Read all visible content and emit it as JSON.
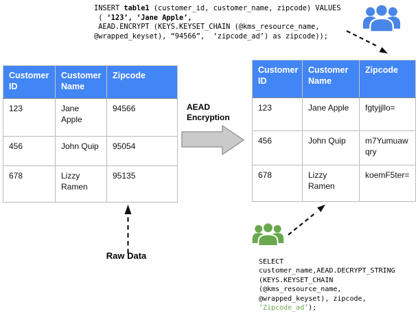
{
  "insert_code": {
    "line1_prefix": "INSERT ",
    "line1_bold": "table1",
    "line1_rest": " (customer_id, customer_name, zipcode) VALUES",
    "line2_prefix": " ( ",
    "line2_bold": "‘123’, ‘Jane Apple’,",
    "line3": " AEAD.ENCRYPT (KEYS.KEYSET_CHAIN (@kms_resource_name,",
    "line4": "@wrapped_keyset), “94566”,  ‘zipcode_ad’) as zipcode));"
  },
  "select_code": {
    "line1": "SELECT",
    "line2": "customer_name,AEAD.DECRYPT_STRING",
    "line3": "(KEYS.KEYSET_CHAIN",
    "line4": "(@kms_resource_name,",
    "line5": "@wrapped_keyset), zipcode,",
    "line6_green": "‘Zipcode_ad’",
    "line6_rest": ");"
  },
  "left_table": {
    "headers": [
      "Customer ID",
      "Customer Name",
      "Zipcode"
    ],
    "rows": [
      [
        "123",
        "Jane Apple",
        "94566"
      ],
      [
        "456",
        "John Quip",
        "95054"
      ],
      [
        "678",
        "Lizzy Ramen",
        "95135"
      ]
    ]
  },
  "right_table": {
    "headers": [
      "Customer ID",
      "Customer Name",
      "Zipcode"
    ],
    "rows": [
      [
        "123",
        "Jane Apple",
        "fgtyjjllo="
      ],
      [
        "456",
        "John Quip",
        "m7Yumuawqry"
      ],
      [
        "678",
        "Lizzy Ramen",
        "koemF5ter="
      ]
    ]
  },
  "labels": {
    "aead_encryption": "AEAD Encryption",
    "raw_data": "Raw Data"
  },
  "icons": {
    "top_users": "users-group-icon",
    "bottom_users": "users-group-icon"
  },
  "colors": {
    "table_header_blue": "#4285F4",
    "users_icon_blue": "#4A86E8",
    "users_icon_green": "#6AA84F",
    "code_literal_green": "#6AA84F",
    "block_arrow_gray": "#CACACA"
  }
}
